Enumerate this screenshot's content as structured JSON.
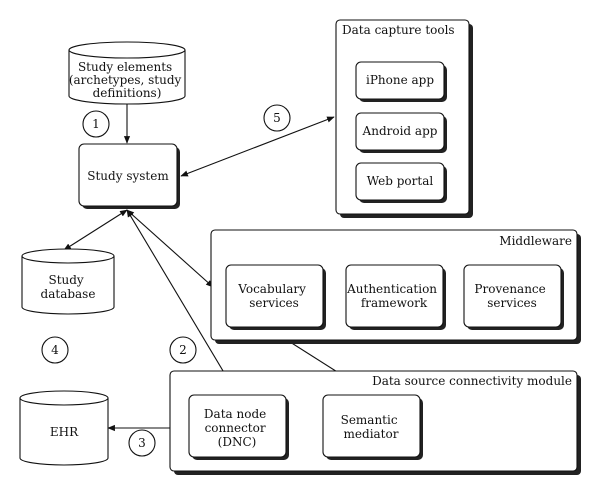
{
  "colors": {
    "stroke": "#111111",
    "fill": "#ffffff",
    "shadow": "#222222",
    "text": "#111111"
  },
  "nodes": {
    "study_elements": {
      "label": [
        "Study elements",
        "(archetypes, study",
        "definitions)"
      ]
    },
    "study_system": {
      "label": [
        "Study system"
      ]
    },
    "study_database": {
      "label": [
        "Study",
        "database"
      ]
    },
    "ehr": {
      "label": [
        "EHR"
      ]
    },
    "data_capture_tools": {
      "title": "Data capture tools",
      "items": [
        {
          "label": [
            "iPhone app"
          ]
        },
        {
          "label": [
            "Android app"
          ]
        },
        {
          "label": [
            "Web portal"
          ]
        }
      ]
    },
    "middleware": {
      "title": "Middleware",
      "items": [
        {
          "label": [
            "Vocabulary",
            "services"
          ]
        },
        {
          "label": [
            "Authentication",
            "framework"
          ]
        },
        {
          "label": [
            "Provenance",
            "services"
          ]
        }
      ]
    },
    "dsc_module": {
      "title": "Data source connectivity module",
      "items": [
        {
          "label": [
            "Data node",
            "connector",
            "(DNC)"
          ]
        },
        {
          "label": [
            "Semantic",
            "mediator"
          ]
        }
      ]
    }
  },
  "markers": [
    "1",
    "2",
    "3",
    "4",
    "5"
  ]
}
